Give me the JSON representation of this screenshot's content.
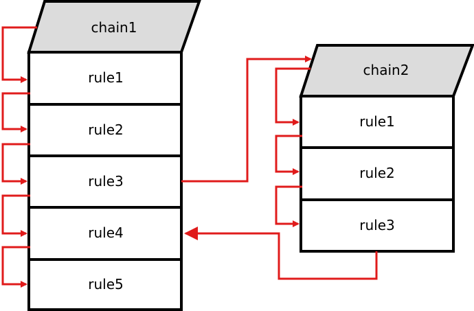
{
  "chain1": {
    "title": "chain1",
    "rules": [
      "rule1",
      "rule2",
      "rule3",
      "rule4",
      "rule5"
    ]
  },
  "chain2": {
    "title": "chain2",
    "rules": [
      "rule1",
      "rule2",
      "rule3"
    ]
  },
  "colors": {
    "arrow": "#e01b1b",
    "chain_header": "#dcdcdc",
    "outline": "#000000"
  }
}
